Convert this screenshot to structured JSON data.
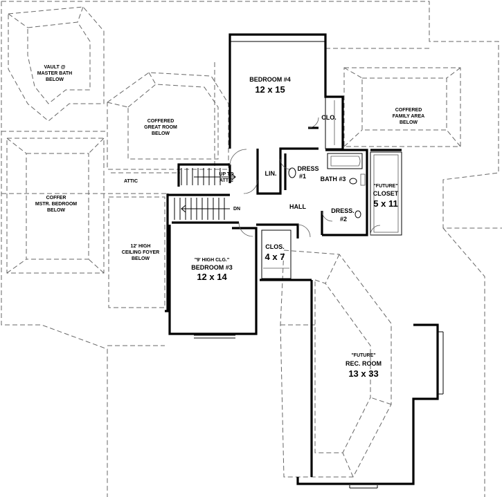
{
  "rooms": {
    "bedroom4": {
      "name": "BEDROOM #4",
      "size": "12 x 15"
    },
    "bedroom3": {
      "note": "\"9' HIGH CLG.\"",
      "name": "BEDROOM #3",
      "size": "12 x 14"
    },
    "rec_room": {
      "note": "\"FUTURE\"",
      "name": "REC. ROOM",
      "size": "13 x 33"
    },
    "future_closet": {
      "note": "\"FUTURE\"",
      "name": "CLOSET",
      "size": "5 x 11"
    },
    "clos": {
      "name": "CLOS.",
      "size": "4 x 7"
    },
    "clo": {
      "name": "CLO."
    },
    "lin": {
      "name": "LIN."
    },
    "hall": {
      "name": "HALL"
    },
    "bath3": {
      "name": "BATH #3"
    },
    "dress1": {
      "line1": "DRESS",
      "line2": "#1"
    },
    "dress2": {
      "line1": "DRESS.",
      "line2": "#2"
    },
    "up_to_attic": {
      "line1": "UP TO",
      "line2": "ATTIC"
    },
    "attic": {
      "name": "ATTIC"
    },
    "dn": {
      "name": "DN"
    }
  },
  "below_notes": {
    "vault": {
      "line1": "VAULT @",
      "line2": "MASTER BATH",
      "line3": "BELOW"
    },
    "great_room": {
      "line1": "COFFERED",
      "line2": "GREAT ROOM",
      "line3": "BELOW"
    },
    "family_area": {
      "line1": "COFFERED",
      "line2": "FAMILY AREA",
      "line3": "BELOW"
    },
    "mstr_bedroom": {
      "line1": "COFFER",
      "line2": "MSTR. BEDROOM",
      "line3": "BELOW"
    },
    "foyer": {
      "line1": "12' HIGH",
      "line2": "CEILING FOYER",
      "line3": "BELOW"
    }
  }
}
